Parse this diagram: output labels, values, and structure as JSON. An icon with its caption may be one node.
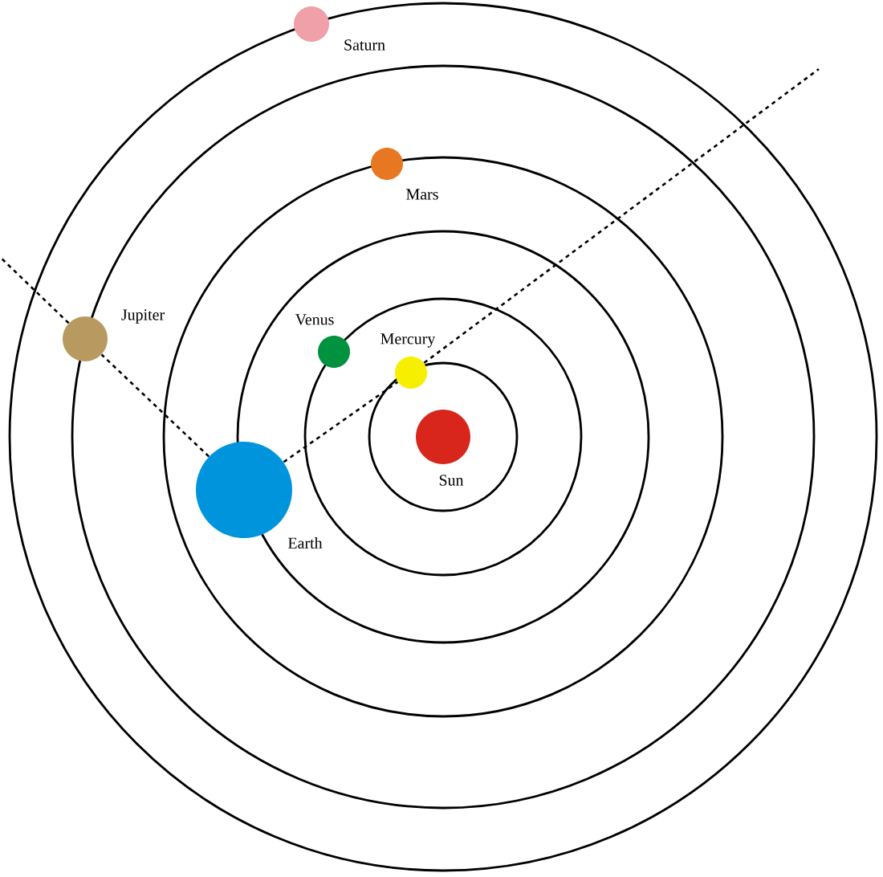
{
  "diagram": {
    "nodes": [
      {
        "text": [
          "Sun"
        ]
      },
      {
        "text": [
          "Mercury"
        ]
      },
      {
        "text": [
          "Venus"
        ]
      },
      {
        "text": [
          "Earth"
        ]
      },
      {
        "text": [
          "Mars"
        ]
      },
      {
        "text": [
          "Jupiter"
        ]
      },
      {
        "text": [
          "Saturn"
        ]
      }
    ],
    "edges": [
      {
        "from": 3,
        "to": 5,
        "arrow": "none",
        "style": "dashed"
      },
      {
        "from": 5,
        "to": null,
        "arrow": "none",
        "style": "dashed"
      },
      {
        "from": 3,
        "to": 1,
        "arrow": "none",
        "style": "dashed"
      },
      {
        "from": 1,
        "to": null,
        "arrow": "none",
        "style": "dashed"
      }
    ]
  }
}
